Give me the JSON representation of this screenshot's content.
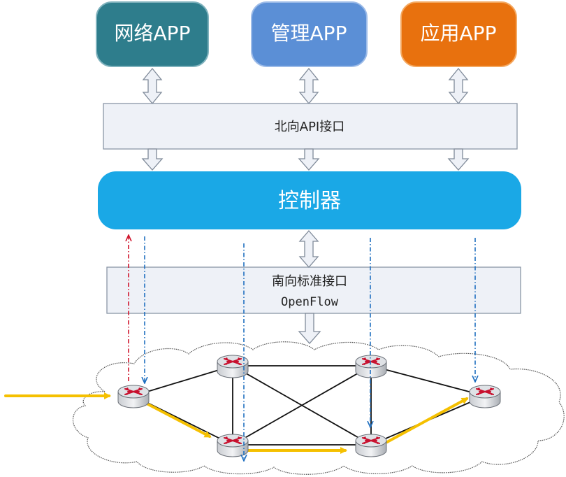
{
  "apps": [
    {
      "label": "网络APP",
      "color": "#2e7d8c"
    },
    {
      "label": "管理APP",
      "color": "#5b8fd6"
    },
    {
      "label": "应用APP",
      "color": "#e8710e"
    }
  ],
  "northbound": {
    "label": "北向API接口"
  },
  "controller": {
    "label": "控制器",
    "color": "#1aa8e6"
  },
  "southbound": {
    "label_line1": "南向标准接口",
    "label_line2": "OpenFlow"
  },
  "colors": {
    "flow_arrow": "#f5c000",
    "dashed_blue": "#1f6fc0",
    "dashed_red": "#d0152c",
    "interface_fill": "#eef1f7",
    "link": "#111111"
  },
  "icons": [
    "router-icon"
  ]
}
